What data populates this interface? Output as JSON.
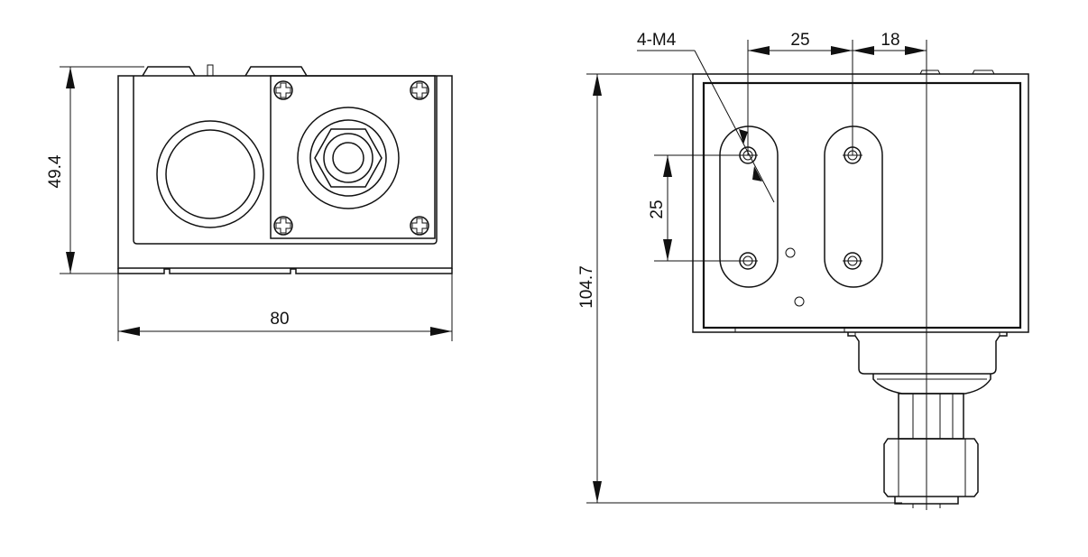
{
  "dimensions": {
    "front_height": "49.4",
    "front_width": "80",
    "side_height": "104.7",
    "hole_spacing_vertical": "25",
    "hole_spacing_horizontal": "25",
    "offset_right": "18",
    "thread_callout": "4-M4"
  },
  "colors": {
    "line": "#111111",
    "background": "#ffffff"
  }
}
